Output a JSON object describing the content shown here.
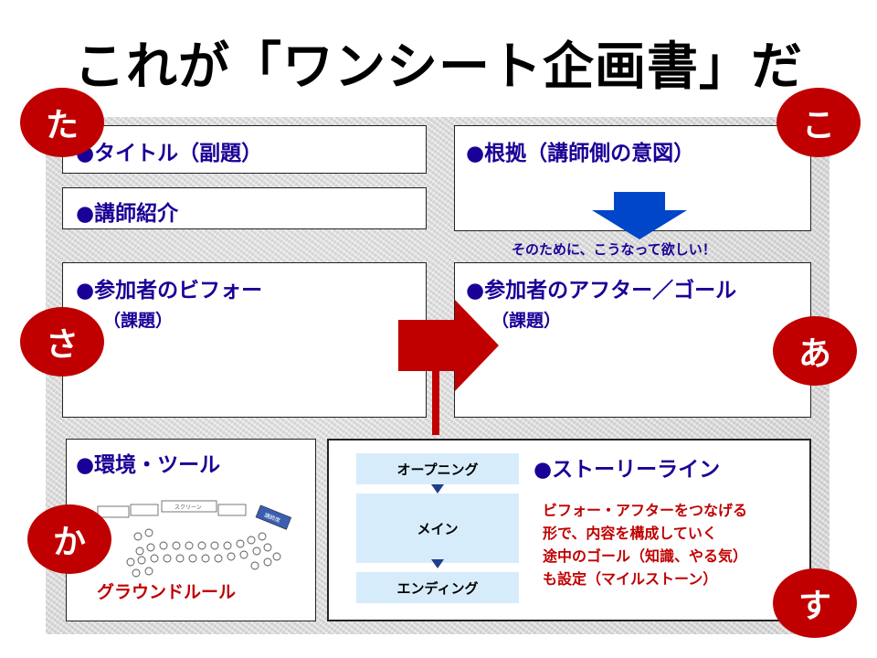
{
  "title": "これが「ワンシート企画書」だ",
  "boxes": {
    "title_box": "●タイトル（副題）",
    "intro_box": "●講師紹介",
    "reason_box": "●根拠（講師側の意図）",
    "before_box": {
      "heading": "●参加者のビフォー",
      "sub": "（課題）"
    },
    "after_box": {
      "heading": "●参加者のアフター／ゴール",
      "sub": "（課題）"
    },
    "env_box": {
      "heading": "●環境・ツール",
      "ground_rule": "グラウンドルール"
    },
    "story_box": {
      "heading": "●ストーリーライン",
      "steps": [
        "オープニング",
        "メイン",
        "エンディング"
      ],
      "text_lines": [
        "ビフォー・アフターをつなげる",
        "形で、内容を構成していく",
        "途中のゴール（知識、やる気）",
        "も設定（マイルストーン）"
      ]
    }
  },
  "caption": "そのために、こうなって欲しい！",
  "circles": {
    "ta": "た",
    "ko": "こ",
    "sa": "さ",
    "a": "あ",
    "ka": "か",
    "su": "す"
  },
  "room_labels": {
    "screen": "スクリーン",
    "instructor_desk": "講師席"
  },
  "colors": {
    "heading": "#1a0096",
    "accent_red": "#c00000",
    "arrow_blue": "#0046c8",
    "step_bg": "#d7ecfb"
  }
}
